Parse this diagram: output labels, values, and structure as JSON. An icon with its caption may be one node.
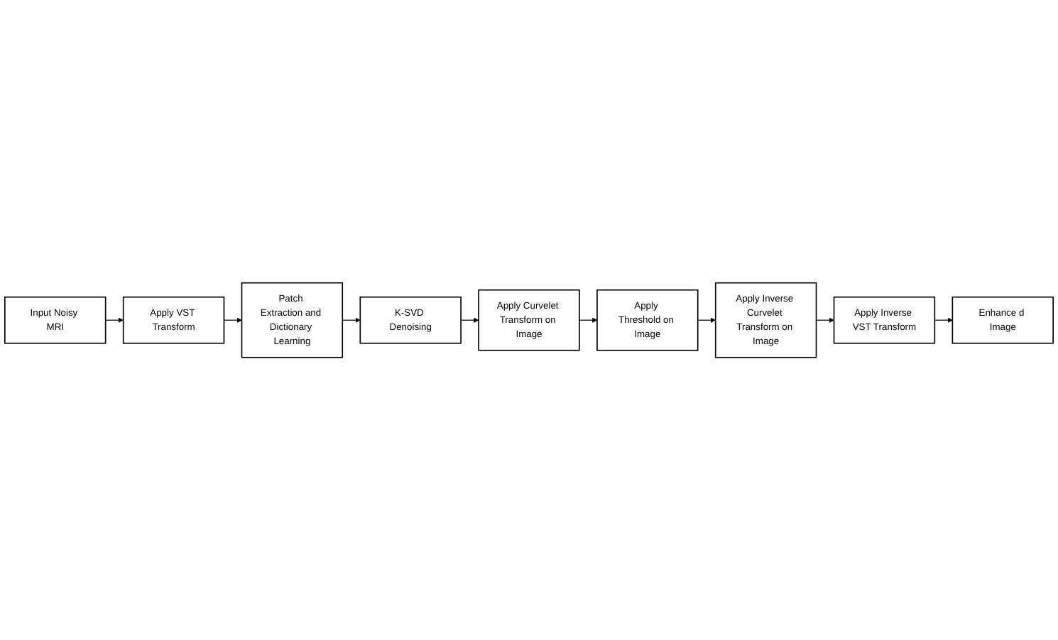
{
  "diagram": {
    "nodes": [
      {
        "text": [
          "Input Noisy MRI"
        ]
      },
      {
        "text": [
          "Apply VST Transform"
        ]
      },
      {
        "text": [
          "Patch Extraction and Dictionary Learning"
        ]
      },
      {
        "text": [
          "K-SVD Denoising"
        ]
      },
      {
        "text": [
          "Apply Curvelet Transform on Image"
        ]
      },
      {
        "text": [
          "Apply Threshold on Image"
        ]
      },
      {
        "text": [
          "Apply Inverse Curvelet Transform on Image"
        ]
      },
      {
        "text": [
          "Apply Inverse VST Transform"
        ]
      },
      {
        "text": [
          "Enhance d Image"
        ]
      }
    ],
    "edges": [
      {
        "from": 0,
        "to": 1,
        "arrow": "to"
      },
      {
        "from": 1,
        "to": 2,
        "arrow": "to"
      },
      {
        "from": 2,
        "to": 3,
        "arrow": "to"
      },
      {
        "from": 3,
        "to": 4,
        "arrow": "to"
      },
      {
        "from": 4,
        "to": 5,
        "arrow": "to"
      },
      {
        "from": 5,
        "to": 6,
        "arrow": "to"
      },
      {
        "from": 6,
        "to": 7,
        "arrow": "to"
      },
      {
        "from": 7,
        "to": 8,
        "arrow": "to"
      }
    ]
  }
}
